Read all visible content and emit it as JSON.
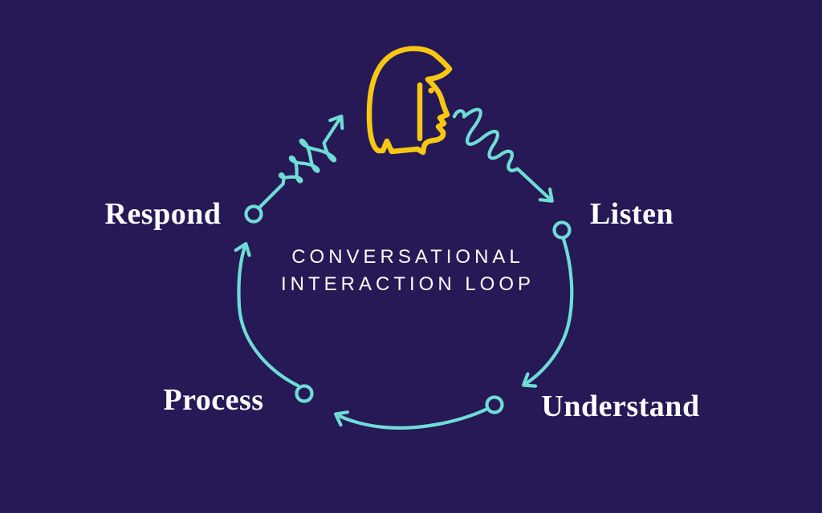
{
  "diagram": {
    "center_title": {
      "line1": "CONVERSATIONAL",
      "line2": "INTERACTION LOOP"
    },
    "stages": [
      {
        "label": "Respond",
        "position": "left"
      },
      {
        "label": "Listen",
        "position": "right"
      },
      {
        "label": "Process",
        "position": "bottom-left"
      },
      {
        "label": "Understand",
        "position": "bottom-right"
      }
    ],
    "icons": [
      {
        "name": "woman-profile-icon",
        "meaning": "speaking user",
        "color": "#F8C713"
      },
      {
        "name": "sound-wave-left-icon",
        "meaning": "outgoing speech wave",
        "color": "#6FDCD6"
      },
      {
        "name": "sound-wave-right-icon",
        "meaning": "incoming speech wave",
        "color": "#6FDCD6"
      }
    ],
    "colors": {
      "background": "#261956",
      "loop": "#6FDCD6",
      "face": "#F8C713",
      "text": "#FFFFFF"
    }
  }
}
